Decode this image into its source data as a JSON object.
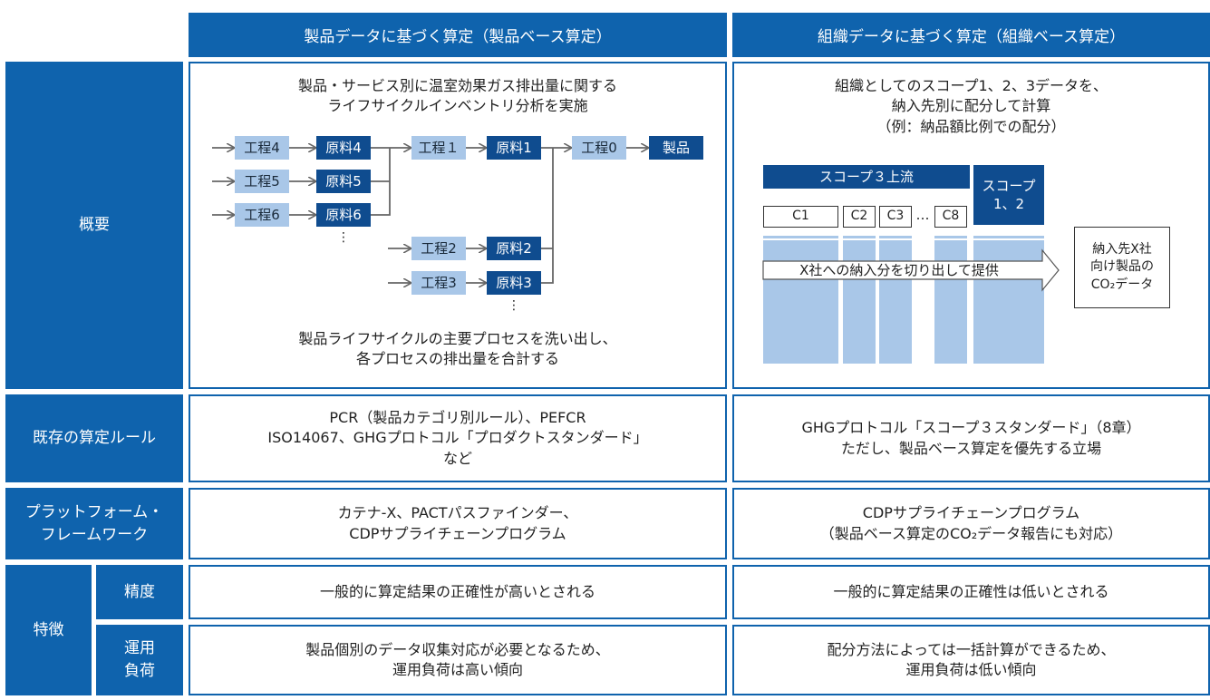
{
  "header": {
    "col1": "製品データに基づく算定（製品ベース算定）",
    "col2": "組織データに基づく算定（組織ベース算定）"
  },
  "rows": {
    "overview": {
      "label": "概要",
      "product": {
        "desc_line1": "製品・サービス別に温室効果ガス排出量に関する",
        "desc_line2": "ライフサイクルインベントリ分析を実施",
        "steps": {
          "s4": "工程4",
          "s5": "工程5",
          "s6": "工程6",
          "s1": "工程１",
          "s2": "工程2",
          "s3": "工程3",
          "s0": "工程0"
        },
        "materials": {
          "m4": "原料4",
          "m5": "原料5",
          "m6": "原料6",
          "m1": "原料1",
          "m2": "原料2",
          "m3": "原料3"
        },
        "product_label": "製品",
        "ellipsis": "⋮",
        "note_line1": "製品ライフサイクルの主要プロセスを洗い出し、",
        "note_line2": "各プロセスの排出量を合計する"
      },
      "org": {
        "desc_line1": "組織としてのスコープ1、2、3データを、",
        "desc_line2": "納入先別に配分して計算",
        "desc_line3": "（例：納品額比例での配分）",
        "scope3_label": "スコープ３上流",
        "scope12_line1": "スコープ",
        "scope12_line2": "1、2",
        "categories": [
          "C1",
          "C2",
          "C3",
          "C8"
        ],
        "dots": "…",
        "arrow_text": "X社への納入分を切り出して提供",
        "result_line1": "納入先X社",
        "result_line2": "向け製品の",
        "result_line3": "CO₂データ"
      }
    },
    "rules": {
      "label": "既存の算定ルール",
      "product_line1": "PCR（製品カテゴリ別ルール）、PEFCR",
      "product_line2": "ISO14067、GHGプロトコル「プロダクトスタンダード」",
      "product_line3": "など",
      "org_line1": "GHGプロトコル「スコープ３スタンダード」（8章）",
      "org_line2": "ただし、製品ベース算定を優先する立場"
    },
    "platform": {
      "label_line1": "プラットフォーム・",
      "label_line2": "フレームワーク",
      "product_line1": "カテナ-X、PACTパスファインダー、",
      "product_line2": "CDPサプライチェーンプログラム",
      "org_line1": "CDPサプライチェーンプログラム",
      "org_line2": "（製品ベース算定のCO₂データ報告にも対応）"
    },
    "features": {
      "label": "特徴",
      "accuracy": {
        "label": "精度",
        "product": "一般的に算定結果の正確性が高いとされる",
        "org": "一般的に算定結果の正確性は低いとされる"
      },
      "burden": {
        "label_line1": "運用",
        "label_line2": "負荷",
        "product_line1": "製品個別のデータ収集対応が必要となるため、",
        "product_line2": "運用負荷は高い傾向",
        "org_line1": "配分方法によっては一括計算ができるため、",
        "org_line2": "運用負荷は低い傾向"
      }
    }
  },
  "colors": {
    "primary": "#0f63ad",
    "dark": "#0f4c8f",
    "light": "#a9c7e8"
  }
}
